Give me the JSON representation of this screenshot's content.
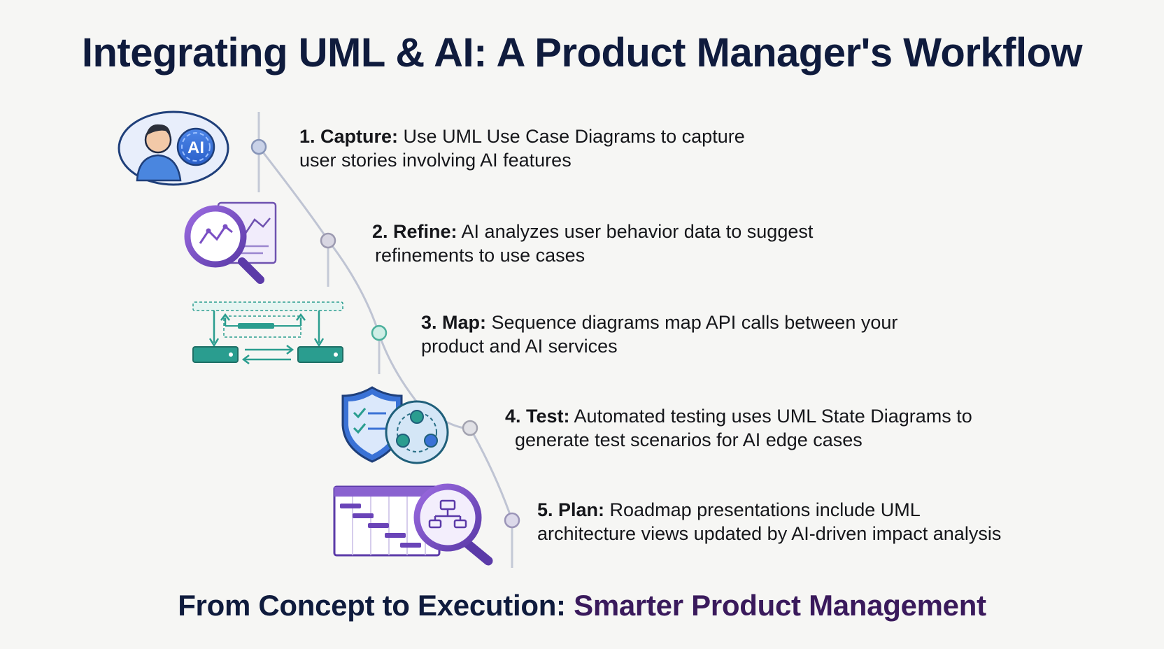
{
  "title": "Integrating UML & AI: A Product Manager's Workflow",
  "ai_badge": "AI",
  "steps": [
    {
      "head": "1. Capture:",
      "line1": "Use UML Use Case Diagrams to capture",
      "line2": "user stories involving AI features"
    },
    {
      "head": "2. Refine:",
      "line1": "AI analyzes user behavior data to suggest",
      "line2": "refinements to use cases"
    },
    {
      "head": "3. Map:",
      "line1": "Sequence diagrams map API calls between your",
      "line2": "product and AI services"
    },
    {
      "head": "4. Test:",
      "line1": "Automated testing uses UML State Diagrams to",
      "line2": "generate test scenarios for AI edge cases"
    },
    {
      "head": "5. Plan:",
      "line1": "Roadmap presentations include UML",
      "line2": "architecture views updated by AI-driven impact analysis"
    }
  ],
  "footer": {
    "lead": "From Concept to Execution: ",
    "accent": "Smarter Product Management"
  },
  "colors": {
    "title": "#0f1b3d",
    "footer_accent": "#3a1a5c",
    "blue": "#2f6fd6",
    "purple": "#7a4fc4",
    "teal": "#2a9d8f",
    "node": "#b8bfd6"
  },
  "icons": [
    "user-ai-icon",
    "analytics-magnifier-icon",
    "sequence-diagram-icon",
    "shield-test-icon",
    "roadmap-gantt-icon"
  ]
}
